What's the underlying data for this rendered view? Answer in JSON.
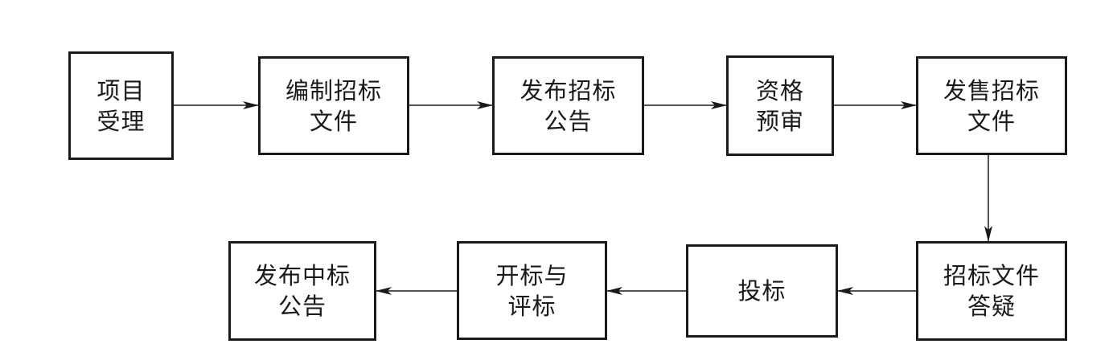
{
  "diagram": {
    "nodes": [
      {
        "id": "b1",
        "line1": "项目",
        "line2": "受理"
      },
      {
        "id": "b2",
        "line1": "编制招标",
        "line2": "文件"
      },
      {
        "id": "b3",
        "line1": "发布招标",
        "line2": "公告"
      },
      {
        "id": "b4",
        "line1": "资格",
        "line2": "预审"
      },
      {
        "id": "b5",
        "line1": "发售招标",
        "line2": "文件"
      },
      {
        "id": "b6",
        "line1": "招标文件",
        "line2": "答疑"
      },
      {
        "id": "b7",
        "line1": "投标",
        "line2": ""
      },
      {
        "id": "b8",
        "line1": "开标与",
        "line2": "评标"
      },
      {
        "id": "b9",
        "line1": "发布中标",
        "line2": "公告"
      }
    ],
    "edges": [
      {
        "from": "b1",
        "to": "b2"
      },
      {
        "from": "b2",
        "to": "b3"
      },
      {
        "from": "b3",
        "to": "b4"
      },
      {
        "from": "b4",
        "to": "b5"
      },
      {
        "from": "b5",
        "to": "b6"
      },
      {
        "from": "b6",
        "to": "b7"
      },
      {
        "from": "b7",
        "to": "b8"
      },
      {
        "from": "b8",
        "to": "b9"
      }
    ],
    "colors": {
      "stroke": "#1a1a1a",
      "background": "#ffffff"
    }
  }
}
